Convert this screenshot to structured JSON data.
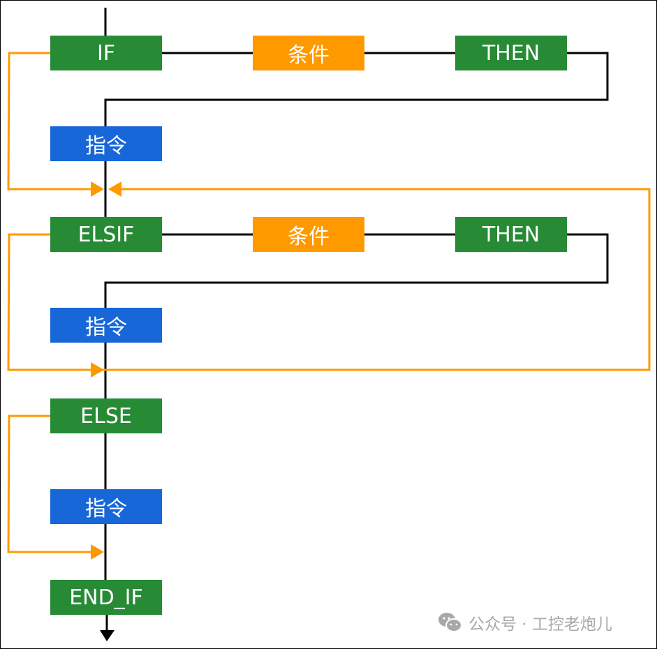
{
  "colors": {
    "keyword": "#278a35",
    "condition": "#ff9900",
    "instruction": "#1767d8",
    "flow": "#000000",
    "branch": "#ff9900"
  },
  "if_row": {
    "keyword": "IF",
    "condition": "条件",
    "then": "THEN"
  },
  "instruction_1": "指令",
  "elsif_row": {
    "keyword": "ELSIF",
    "condition": "条件",
    "then": "THEN"
  },
  "instruction_2": "指令",
  "else_row": {
    "keyword": "ELSE"
  },
  "instruction_3": "指令",
  "end_if": "END_IF",
  "watermark": {
    "icon": "wechat-icon",
    "text": "公众号 · 工控老炮儿"
  }
}
